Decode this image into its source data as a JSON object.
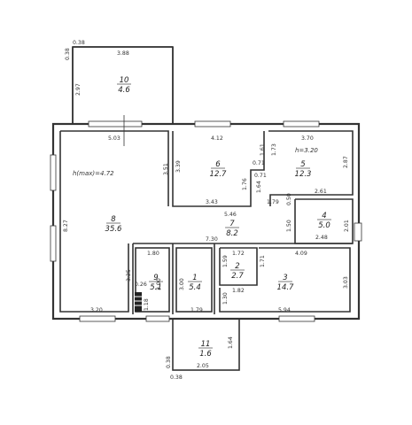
{
  "rooms": [
    {
      "number": "10",
      "area": "4.6"
    },
    {
      "number": "6",
      "area": "12.7"
    },
    {
      "number": "5",
      "area": "12.3"
    },
    {
      "number": "8",
      "area": "35.6"
    },
    {
      "number": "7",
      "area": "8.2"
    },
    {
      "number": "4",
      "area": "5.0"
    },
    {
      "number": "9",
      "area": "5.1"
    },
    {
      "number": "1",
      "area": "5.4"
    },
    {
      "number": "2",
      "area": "2.7"
    },
    {
      "number": "3",
      "area": "14.7"
    },
    {
      "number": "11",
      "area": "1.6"
    }
  ],
  "heights": {
    "hall": "h(max)=4.72",
    "room5": "h=3.20"
  },
  "dimensions": {
    "d_038_top": "0.38",
    "d_388": "3.88",
    "d_038_side": "0.38",
    "d_297": "2.97",
    "d_503": "5.03",
    "d_412": "4.12",
    "d_370": "3.70",
    "d_351": "3.51",
    "d_339": "3.39",
    "d_161": "1.61",
    "d_173": "1.73",
    "d_071a": "0.71",
    "d_071b": "0.71",
    "d_287": "2.87",
    "d_176": "1.76",
    "d_164a": "1.64",
    "d_261": "2.61",
    "d_343": "3.43",
    "d_546": "5.46",
    "d_179a": "1.79",
    "d_050": "0.50",
    "d_827": "8.27",
    "d_201": "2.01",
    "d_150": "1.50",
    "d_248": "2.48",
    "d_730": "7.30",
    "d_180": "1.80",
    "d_172": "1.72",
    "d_409": "4.09",
    "d_159": "1.59",
    "d_171": "1.71",
    "d_325": "3.25",
    "d_026": "0.26",
    "d_300a": "3.00",
    "d_300b": "3.00",
    "d_182": "1.82",
    "d_303": "3.03",
    "d_118": "1.18",
    "d_130": "1.30",
    "d_320": "3.20",
    "d_179b": "1.79",
    "d_594": "5.94",
    "d_164b": "1.64",
    "d_038_bot1": "0.38",
    "d_205": "2.05",
    "d_038_bot2": "0.38"
  }
}
